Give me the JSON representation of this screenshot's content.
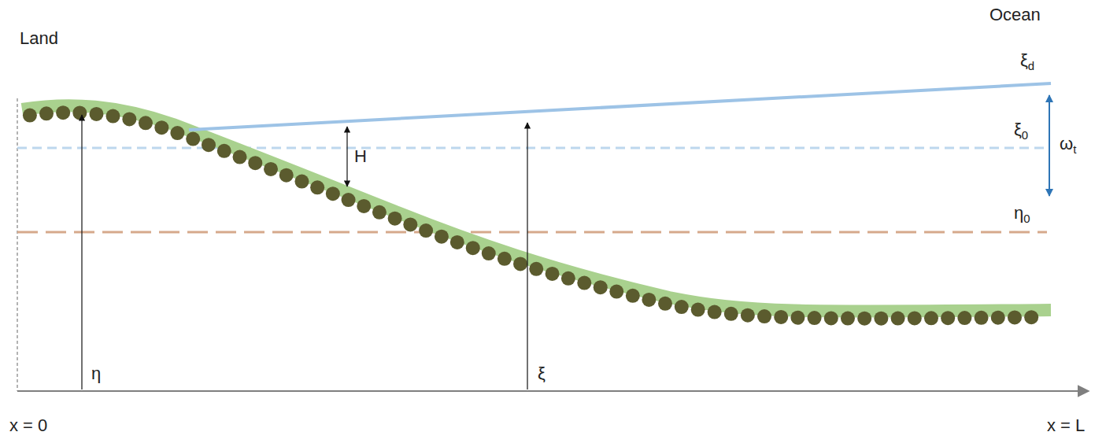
{
  "diagram": {
    "labels": [
      "Land",
      "Ocean",
      "ξd",
      "ξ0",
      "ωt",
      "η0",
      "H",
      "η",
      "ξ",
      "x = 0",
      "x = L"
    ]
  }
}
